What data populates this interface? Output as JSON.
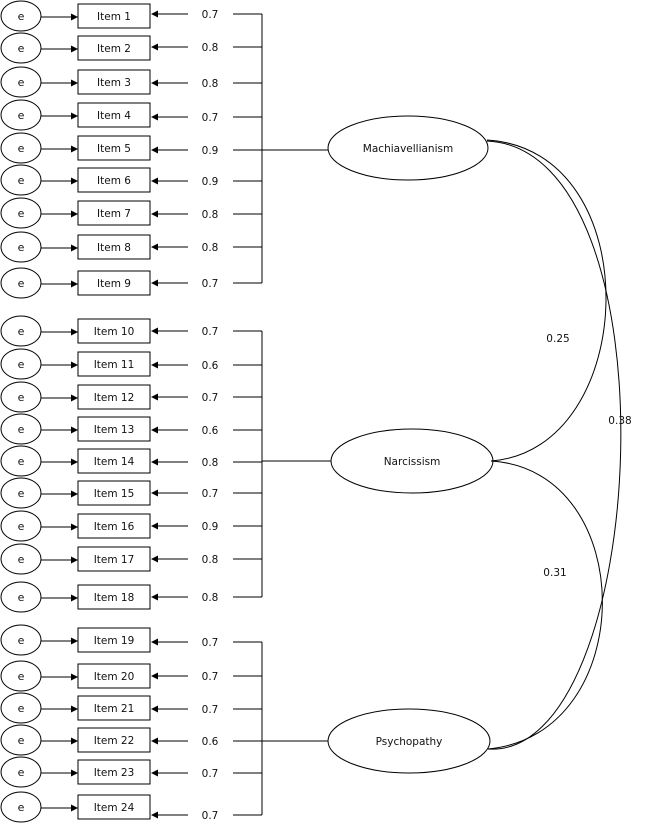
{
  "error_label": "e",
  "factors": [
    {
      "label": "Machiavellianism",
      "items": [
        {
          "label": "Item 1",
          "loading": "0.7"
        },
        {
          "label": "Item 2",
          "loading": "0.8"
        },
        {
          "label": "Item 3",
          "loading": "0.8"
        },
        {
          "label": "Item 4",
          "loading": "0.7"
        },
        {
          "label": "Item 5",
          "loading": "0.9"
        },
        {
          "label": "Item 6",
          "loading": "0.9"
        },
        {
          "label": "Item 7",
          "loading": "0.8"
        },
        {
          "label": "Item 8",
          "loading": "0.8"
        },
        {
          "label": "Item 9",
          "loading": "0.7"
        }
      ]
    },
    {
      "label": "Narcissism",
      "items": [
        {
          "label": "Item 10",
          "loading": "0.7"
        },
        {
          "label": "Item 11",
          "loading": "0.6"
        },
        {
          "label": "Item 12",
          "loading": "0.7"
        },
        {
          "label": "Item 13",
          "loading": "0.6"
        },
        {
          "label": "Item 14",
          "loading": "0.8"
        },
        {
          "label": "Item 15",
          "loading": "0.7"
        },
        {
          "label": "Item 16",
          "loading": "0.9"
        },
        {
          "label": "Item 17",
          "loading": "0.8"
        },
        {
          "label": "Item 18",
          "loading": "0.8"
        }
      ]
    },
    {
      "label": "Psychopathy",
      "items": [
        {
          "label": "Item 19",
          "loading": "0.7"
        },
        {
          "label": "Item 20",
          "loading": "0.7"
        },
        {
          "label": "Item 21",
          "loading": "0.7"
        },
        {
          "label": "Item 22",
          "loading": "0.6"
        },
        {
          "label": "Item 23",
          "loading": "0.7"
        },
        {
          "label": "Item 24",
          "loading": "0.7"
        }
      ]
    }
  ],
  "correlations": [
    {
      "from": "Machiavellianism",
      "to": "Narcissism",
      "value": "0.25"
    },
    {
      "from": "Narcissism",
      "to": "Psychopathy",
      "value": "0.31"
    },
    {
      "from": "Machiavellianism",
      "to": "Psychopathy",
      "value": "0.38"
    }
  ]
}
